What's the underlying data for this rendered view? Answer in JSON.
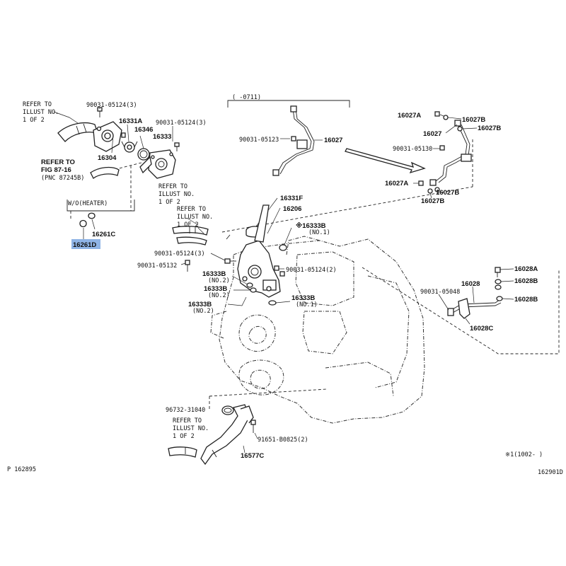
{
  "labels": {
    "refer_illust_top_left": [
      "REFER TO",
      "ILLUST NO.",
      "1 OF 2"
    ],
    "bolt_90031_05124_3_a": "90031-05124(3)",
    "p16331A": "16331A",
    "p16346": "16346",
    "p16333": "16333",
    "bolt_90031_05124_3_b": "90031-05124(3)",
    "p16304": "16304",
    "refer_fig": [
      "REFER TO",
      "FIG 87-16",
      "(PNC 87245B)"
    ],
    "wo_heater": "W/O(HEATER)",
    "p16261C": "16261C",
    "p16261D": "16261D",
    "range_top": "(    -0711)",
    "bolt_90031_05123": "90031-05123",
    "p16027_mid": "16027",
    "p16027A_top": "16027A",
    "p16027B_top1": "16027B",
    "p16027_right": "16027",
    "p16027B_top2": "16027B",
    "bolt_90031_05130": "90031-05130",
    "p16027A_bottom": "16027A",
    "p16027B_bottom1": "16027B",
    "p16027B_bottom2": "16027B",
    "refer_illust_mid1": [
      "REFER TO",
      "ILLUST NO.",
      "1 OF 2"
    ],
    "refer_illust_mid2": [
      "REFER TO",
      "ILLUST NO.",
      "1 OF 2"
    ],
    "p16331F": "16331F",
    "p16206": "16206",
    "p16333B_no1_top": "※16333B",
    "no1_top": "(NO.1)",
    "bolt_90031_05124_3_c": "90031-05124(3)",
    "bolt_90031_05132": "90031-05132",
    "p16333B_no2_a": "16333B",
    "no2_a": "(NO.2)",
    "p16333B_no2_b": "16333B",
    "no2_b": "(NO.2)",
    "bolt_90031_05124_2": "90031-05124(2)",
    "p16333B_no1_mid": "16333B",
    "no1_mid": "(NO.1)",
    "p16333B_no2_c": "16333B",
    "no2_c": "(NO.2)",
    "p16028A": "16028A",
    "p16028": "16028",
    "bolt_90031_05048": "90031-05048",
    "p16028B_1": "16028B",
    "p16028B_2": "16028B",
    "p16028C": "16028C",
    "gasket_96732_31040": "96732-31040",
    "refer_illust_bottom": [
      "REFER TO",
      "ILLUST NO.",
      "1 OF 2"
    ],
    "bolt_91651_B0825_2": "91651-B0825(2)",
    "p16577C": "16577C",
    "note_range": "※1(1002-     )",
    "footer_left": "P 162895",
    "footer_right": "162901D"
  },
  "colors": {
    "highlight": "#8fb4e6",
    "line": "#222222"
  }
}
